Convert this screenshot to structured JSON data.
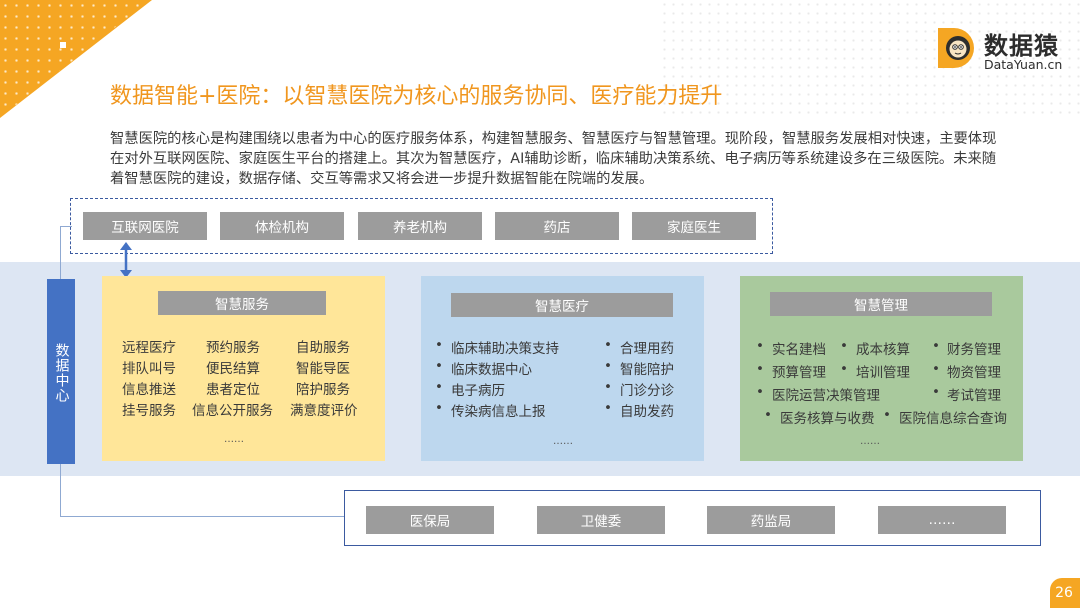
{
  "brand": {
    "name": "数据猿",
    "site": "DataYuan.cn",
    "accent": "#f5a623",
    "title_color": "#f0961e"
  },
  "title": "数据智能+医院：以智慧医院为核心的服务协同、医疗能力提升",
  "intro": "智慧医院的核心是构建围绕以患者为中心的医疗服务体系，构建智慧服务、智慧医疗与智慧管理。现阶段，智慧服务发展相对快速，主要体现在对外互联网医院、家庭医生平台的搭建上。其次为智慧医疗，AI辅助诊断，临床辅助决策系统、电子病历等系统建设多在三级医院。未来随着智慧医院的建设，数据存储、交互等需求又将会进一步提升数据智能在院端的发展。",
  "top_boxes": [
    "互联网医院",
    "体检机构",
    "养老机构",
    "药店",
    "家庭医生"
  ],
  "data_center": "数据中心",
  "panels": {
    "service": {
      "title": "智慧服务",
      "color": "#ffe699",
      "items": [
        "远程医疗",
        "预约服务",
        "自助服务",
        "排队叫号",
        "便民结算",
        "智能导医",
        "信息推送",
        "患者定位",
        "陪护服务",
        "挂号服务",
        "信息公开服务",
        "满意度评价"
      ],
      "more": "……"
    },
    "medical": {
      "title": "智慧医疗",
      "color": "#bdd7ee",
      "items": [
        "临床辅助决策支持",
        "合理用药",
        "临床数据中心",
        "智能陪护",
        "电子病历",
        "门诊分诊",
        "传染病信息上报",
        "自助发药"
      ],
      "more": "……"
    },
    "management": {
      "title": "智慧管理",
      "color": "#a9c99d",
      "items": [
        "实名建档",
        "成本核算",
        "财务管理",
        "预算管理",
        "培训管理",
        "物资管理",
        "医院运营决策管理",
        "考试管理",
        "医务核算与收费",
        "医院信息综合查询"
      ],
      "more": "……"
    }
  },
  "bottom_boxes": [
    "医保局",
    "卫健委",
    "药监局",
    "……"
  ],
  "page_number": "26"
}
